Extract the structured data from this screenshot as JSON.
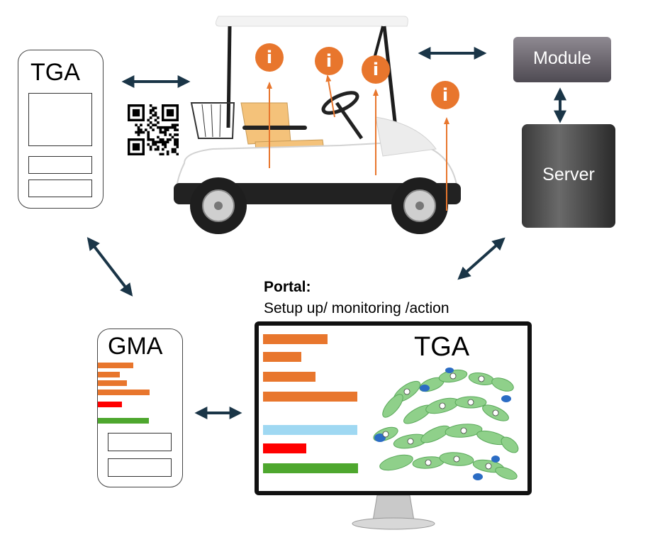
{
  "tga_phone": {
    "title": "TGA"
  },
  "gma_phone": {
    "title": "GMA"
  },
  "module": {
    "label": "Module"
  },
  "server": {
    "label": "Server"
  },
  "portal": {
    "title": "Portal:",
    "subtitle": "Setup up/ monitoring /action",
    "screen_title": "TGA"
  },
  "info_icon": {
    "glyph": "i"
  },
  "colors": {
    "arrow": "#1a3547",
    "orange": "#e8762d",
    "red": "#ff0000",
    "green": "#4ea72e",
    "light_blue": "#9fd8f2"
  }
}
